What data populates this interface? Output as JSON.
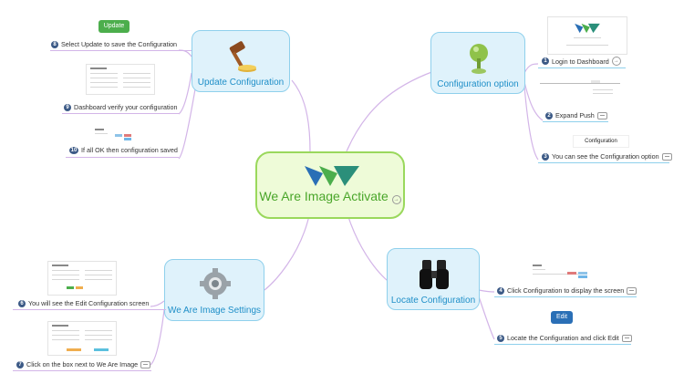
{
  "central": {
    "title": "We Are Image Activate"
  },
  "topics": {
    "update_configuration": "Update Configuration",
    "configuration_option": "Configuration option",
    "locate_configuration": "Locate Configuration",
    "we_are_image_settings": "We Are Image Settings"
  },
  "steps": {
    "s1": {
      "num": "1",
      "text": "Login to Dashboard"
    },
    "s2": {
      "num": "2",
      "text": "Expand Push"
    },
    "s3": {
      "num": "3",
      "text": "You can see the Configuration option"
    },
    "s4": {
      "num": "4",
      "text": "Click Configuration to display the screen"
    },
    "s5": {
      "num": "5",
      "text": "Locate the Configuration and click Edit"
    },
    "s6": {
      "num": "6",
      "text": "You will see the Edit Configuration screen"
    },
    "s7": {
      "num": "7",
      "text": "Click on the box next to We Are Image"
    },
    "s8": {
      "num": "8",
      "text": "Select Update to save the Configuration"
    },
    "s9": {
      "num": "9",
      "text": "Dashboard verify your configuration"
    },
    "s10": {
      "num": "10",
      "text": "If all OK then configuration saved"
    }
  },
  "buttons": {
    "update": "Update",
    "edit": "Edit"
  },
  "chips": {
    "configuration": "Configuration"
  },
  "colors": {
    "branch_purple": "#c9a6e0",
    "topic_blue": "#1f8fc8",
    "central_green": "#4aa62a",
    "button_green": "#4cae4c",
    "button_blue": "#2a6fb6",
    "step_badge": "#3c5a86"
  },
  "icons": {
    "update_configuration": "gavel-icon",
    "configuration_option": "pushpin-icon",
    "locate_configuration": "binoculars-icon",
    "we_are_image_settings": "gear-icon",
    "central": "w-logo-icon"
  }
}
